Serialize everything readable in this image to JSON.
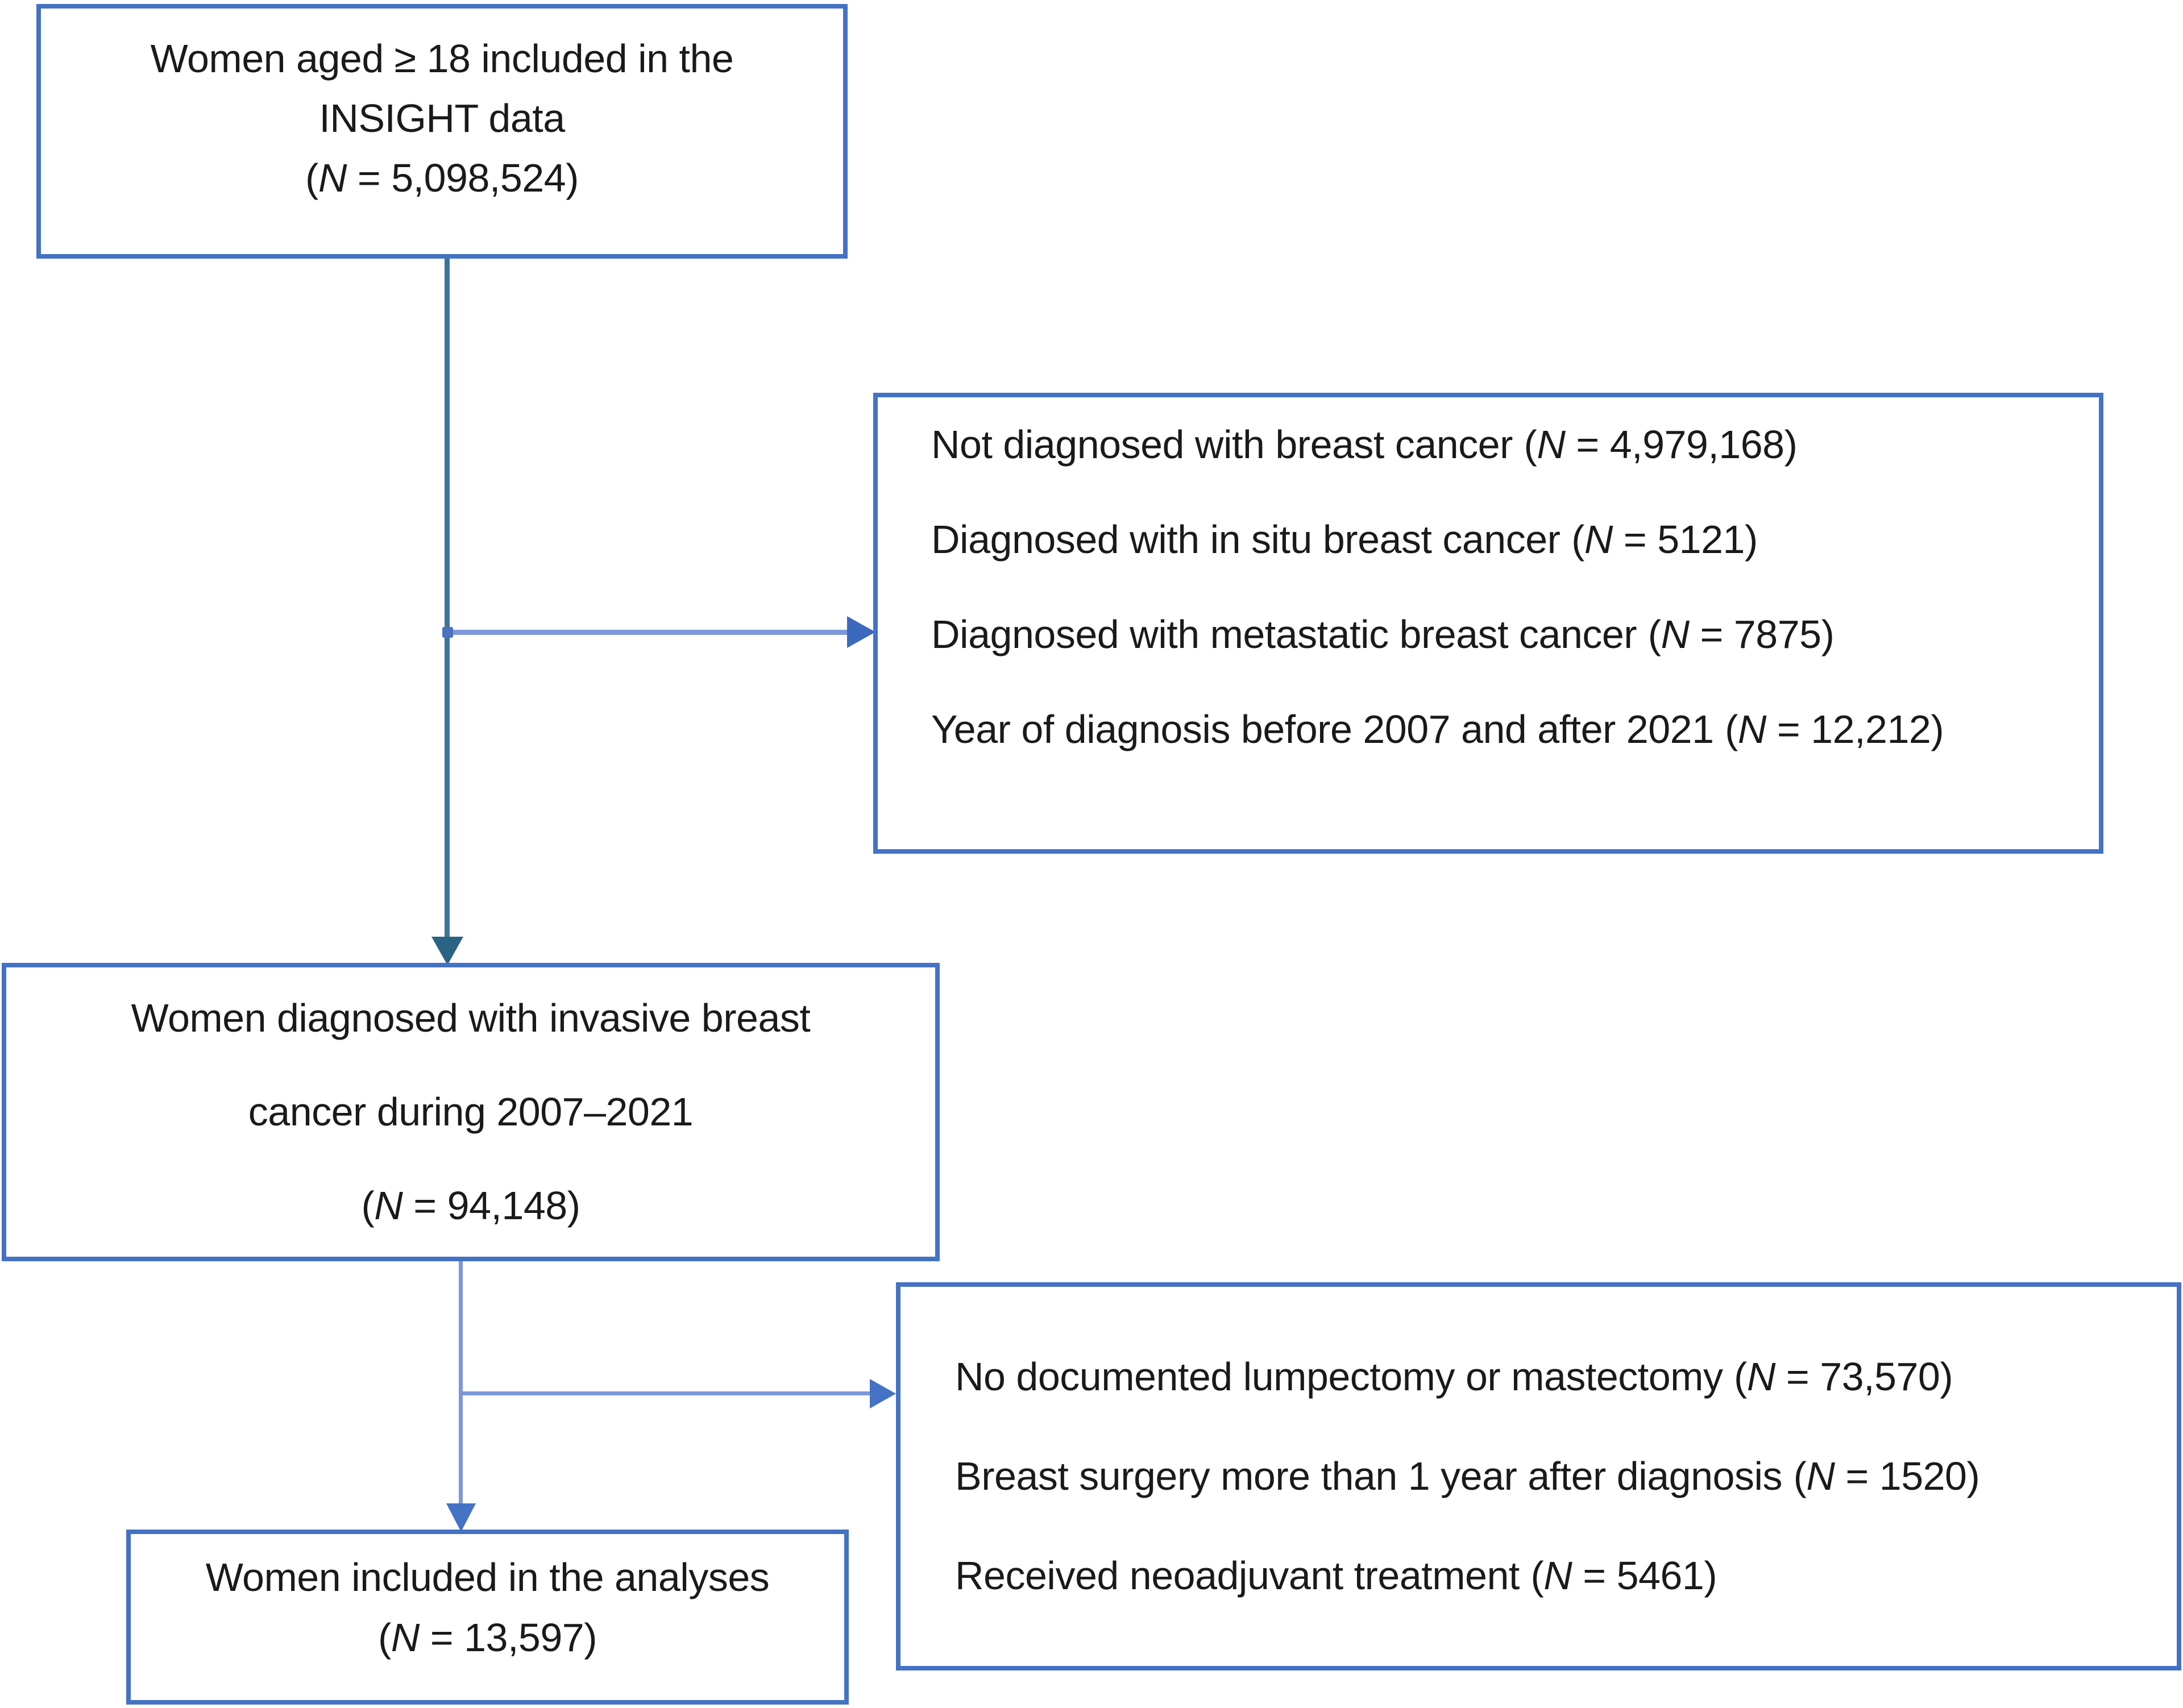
{
  "n_format": {
    "open": "(",
    "symbol": "N",
    "eq": " = ",
    "close": ")"
  },
  "colors": {
    "box_border": "#4472C4",
    "arrow_teal": "#3E7596",
    "arrow_teal_head": "#2B6384",
    "arrow_light_blue": "#7D97D8",
    "arrow_blue_head": "#4472C4",
    "text": "#1a1a1a",
    "background": "#ffffff"
  },
  "boxes": {
    "population": {
      "lines": [
        "Women aged ≥ 18 included in the",
        "INSIGHT data"
      ],
      "n": "5,098,524"
    },
    "exclusions1": {
      "items": [
        {
          "text": "Not diagnosed with breast cancer",
          "n": "4,979,168"
        },
        {
          "text": "Diagnosed with in situ breast cancer",
          "n": "5121"
        },
        {
          "text": "Diagnosed with metastatic breast cancer",
          "n": "7875"
        },
        {
          "text": "Year of diagnosis before 2007 and after 2021",
          "n": "12,212"
        }
      ]
    },
    "invasive": {
      "lines": [
        "Women diagnosed with invasive breast",
        "cancer during 2007–2021"
      ],
      "n": "94,148"
    },
    "exclusions2": {
      "items": [
        {
          "text": "No documented lumpectomy or mastectomy",
          "n": "73,570"
        },
        {
          "text": "Breast surgery more than 1 year after diagnosis",
          "n": "1520"
        },
        {
          "text": "Received neoadjuvant treatment",
          "n": "5461"
        }
      ]
    },
    "final": {
      "lines": [
        "Women included in the analyses"
      ],
      "n": "13,597"
    }
  }
}
